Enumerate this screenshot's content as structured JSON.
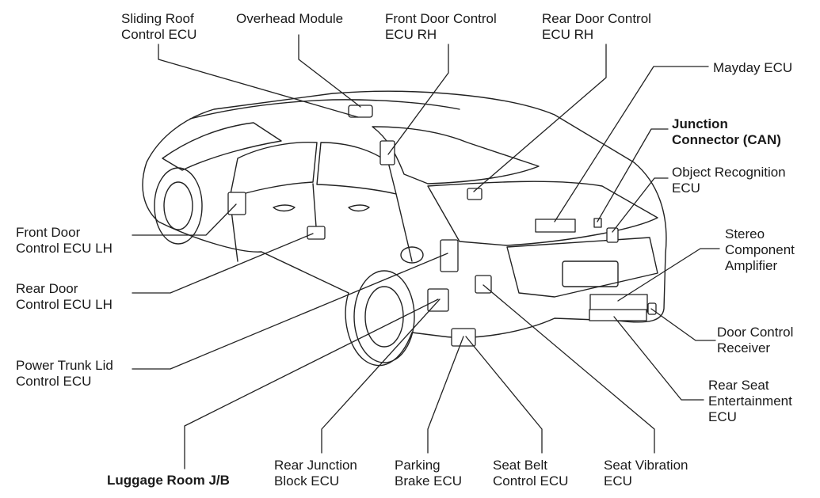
{
  "labels": {
    "sliding_roof": "Sliding Roof\nControl ECU",
    "overhead": "Overhead Module",
    "front_door_rh": "Front Door Control\nECU RH",
    "rear_door_rh": "Rear Door Control\nECU RH",
    "mayday": "Mayday ECU",
    "junction_connector": "Junction\nConnector (CAN)",
    "object_recognition": "Object Recognition\nECU",
    "stereo": "Stereo\nComponent\nAmplifier",
    "door_receiver": "Door Control\nReceiver",
    "rear_seat_ent": "Rear Seat\nEntertainment\nECU",
    "front_door_lh": "Front Door\nControl ECU LH",
    "rear_door_lh": "Rear Door\nControl ECU LH",
    "power_trunk": "Power Trunk Lid\nControl ECU",
    "luggage_jb": "Luggage Room J/B",
    "rear_junction": "Rear Junction\nBlock ECU",
    "parking_brake": "Parking\nBrake ECU",
    "seat_belt": "Seat Belt\nControl ECU",
    "seat_vibration": "Seat Vibration\nECU"
  },
  "colors": {
    "line": "#222222",
    "text": "#1a1a1a",
    "background": "#ffffff"
  }
}
